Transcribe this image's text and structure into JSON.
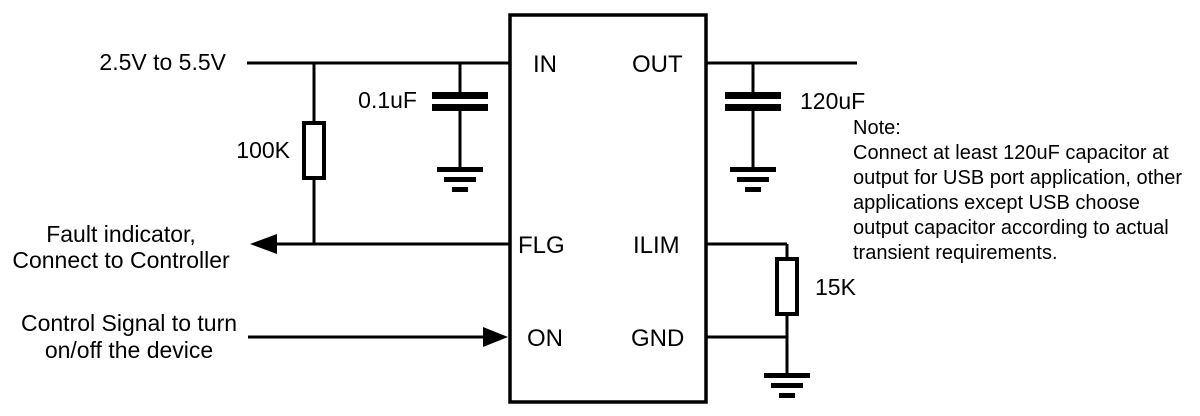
{
  "diagram": {
    "input_label": "2.5V to 5.5V",
    "components": {
      "input_cap": "0.1uF",
      "pullup_resistor": "100K",
      "output_cap": "120uF",
      "current_limit_resistor": "15K"
    },
    "ic_pins": {
      "in": "IN",
      "out": "OUT",
      "flg": "FLG",
      "ilim": "ILIM",
      "on": "ON",
      "gnd": "GND"
    },
    "annotations": {
      "fault_line1": "Fault indicator,",
      "fault_line2": "Connect to Controller",
      "control_line1": "Control Signal to turn",
      "control_line2": "on/off the device"
    },
    "note": {
      "heading": "Note:",
      "lines": [
        "Connect at least 120uF capacitor at",
        "output for USB port application, other",
        "applications except USB choose",
        "output capacitor according to actual",
        "transient requirements."
      ]
    },
    "colors": {
      "stroke": "#000000",
      "background": "#ffffff"
    }
  }
}
